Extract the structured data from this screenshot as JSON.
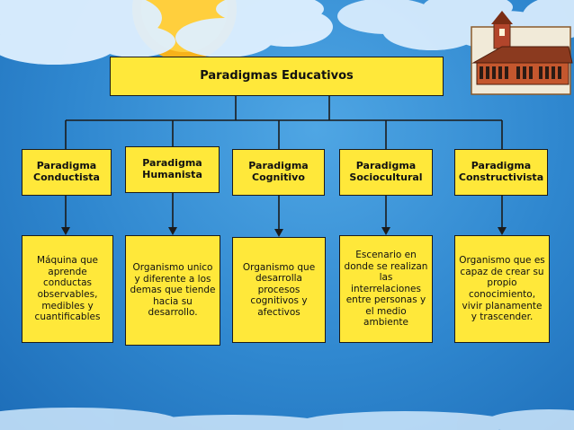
{
  "root": {
    "title": "Paradigmas Educativos"
  },
  "paradigms": [
    {
      "title": "Paradigma\nConductista",
      "description": "Máquina que aprende conductas observables, medibles y cuantificables"
    },
    {
      "title": "Paradigma\nHumanista",
      "description": "Organismo unico y diferente a los demas que tiende hacia su desarrollo."
    },
    {
      "title": "Paradigma\nCognitivo",
      "description": "Organismo que desarrolla procesos cognitivos y afectivos"
    },
    {
      "title": "Paradigma\nSociocultural",
      "description": "Escenario en donde se realizan las interrelaciones entre personas y el medio ambiente"
    },
    {
      "title": "Paradigma\nConstructivista",
      "description": "Organismo que es capaz de crear su propio conocimiento, vivir planamente y trascender."
    }
  ],
  "colors": {
    "box_fill": "#ffe83a",
    "background": "#2f87cf",
    "connector": "#1b1b1b"
  }
}
